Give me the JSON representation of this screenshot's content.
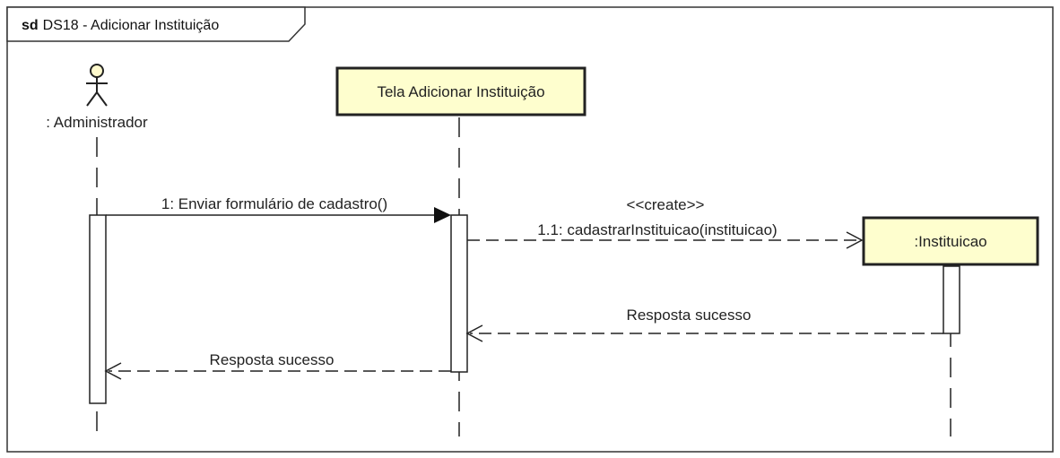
{
  "frame": {
    "keyword": "sd",
    "title": "DS18 - Adicionar Instituição"
  },
  "actor": {
    "label": ": Administrador"
  },
  "lifelines": [
    {
      "label": "Tela Adicionar Instituição"
    },
    {
      "label": ":Instituicao"
    }
  ],
  "messages": [
    {
      "label": "1: Enviar formulário de cadastro()"
    },
    {
      "stereotype": "<<create>>",
      "label": "1.1: cadastrarInstituicao(instituicao)"
    },
    {
      "label": "Resposta sucesso"
    },
    {
      "label": "Resposta sucesso"
    }
  ],
  "colors": {
    "box_fill": "#fefece",
    "stroke": "#222222",
    "actor_head": "#fffacd"
  }
}
